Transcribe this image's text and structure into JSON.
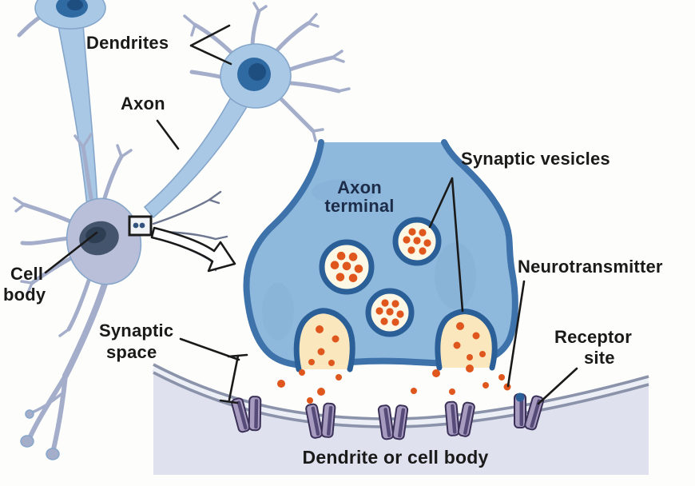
{
  "figure": {
    "type": "biology-diagram",
    "subject": "Neuron synapse: axon terminal releasing neurotransmitter onto a dendrite or cell body"
  },
  "labels": {
    "dendrites": "Dendrites",
    "axon": "Axon",
    "cell_body": [
      "Cell",
      "body"
    ],
    "synaptic_space": [
      "Synaptic",
      "space"
    ],
    "axon_terminal": [
      "Axon",
      "terminal"
    ],
    "synaptic_vesicles": "Synaptic vesicles",
    "neurotransmitter": "Neurotransmitter",
    "receptor_site": [
      "Receptor",
      "site"
    ],
    "dendrite_or_cell_body": "Dendrite or cell body"
  },
  "counts": {
    "intact_vesicles": 3,
    "fusing_vesicles": 2,
    "receptor_channels": 5
  },
  "colors": {
    "paper": "#fdfdfb",
    "ink": "#1a1a1a",
    "navy": "#1d2c49",
    "neuronBlue": "#a9c8e6",
    "neuronEdge": "#85a6ca",
    "nucleusBlue": "#2f6aa2",
    "nucleusCore": "#1e4d80",
    "neuronLav": "#b9bfd9",
    "nucleusSlate": "#44546c",
    "nucleusSlateCore": "#2e3e52",
    "dendrite": "#a4aecb",
    "twig": "#6d7790",
    "terminalFill": "#8fb9dc",
    "terminalEdge": "#3e72ab",
    "vesicleRing": "#2b5f98",
    "vesicleFill": "#fdf7e6",
    "cream": "#fbe7bd",
    "dot": "#e0571e",
    "membrane": "#8b93ab",
    "membraneGap": "#edeff6",
    "postFill": "#dfe2ee",
    "receptor": "#a79bc0",
    "receptorStripe": "#564a78",
    "receptorEdge": "#3b3158"
  }
}
